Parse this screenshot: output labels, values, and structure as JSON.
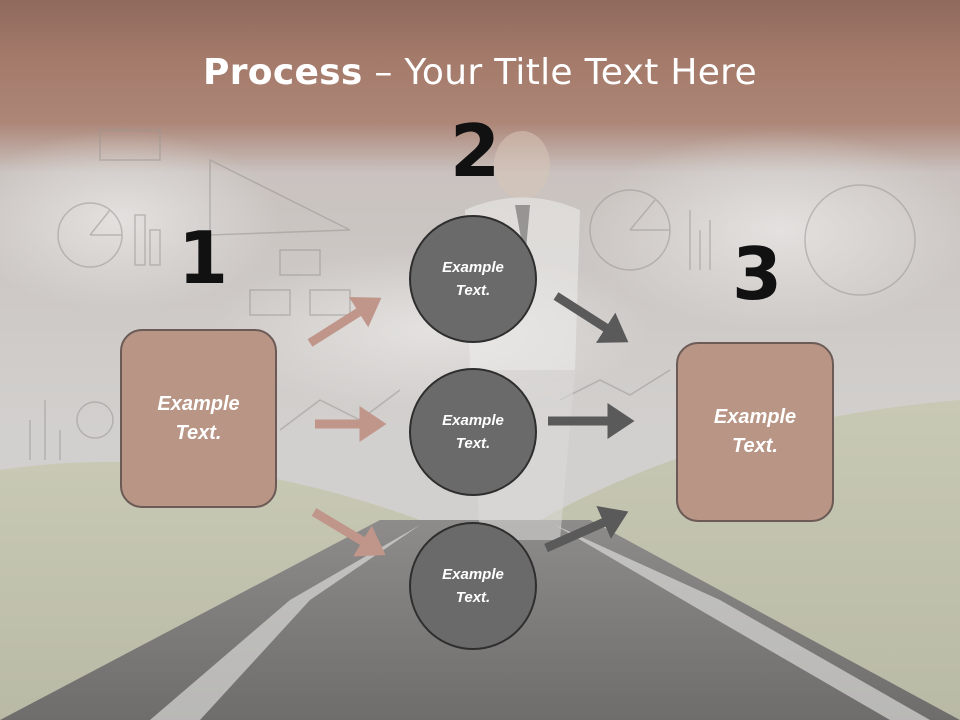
{
  "slide": {
    "title_bold": "Process",
    "title_rest": " – Your Title Text Here",
    "steps": [
      {
        "number": "1",
        "text_line1": "Example",
        "text_line2": "Text."
      },
      {
        "number": "2"
      },
      {
        "number": "3",
        "text_line1": "Example",
        "text_line2": "Text."
      }
    ],
    "circles": [
      {
        "text_line1": "Example",
        "text_line2": "Text."
      },
      {
        "text_line1": "Example",
        "text_line2": "Text."
      },
      {
        "text_line1": "Example",
        "text_line2": "Text."
      }
    ]
  },
  "colors": {
    "header_band": "#a67d6c",
    "box_fill": "#b89585",
    "box_border": "#6b5a55",
    "circle_fill": "#6a6a6a",
    "circle_border": "#2e2e2e",
    "arrow_left": "#c0968a",
    "arrow_right": "#5a5a5a"
  }
}
